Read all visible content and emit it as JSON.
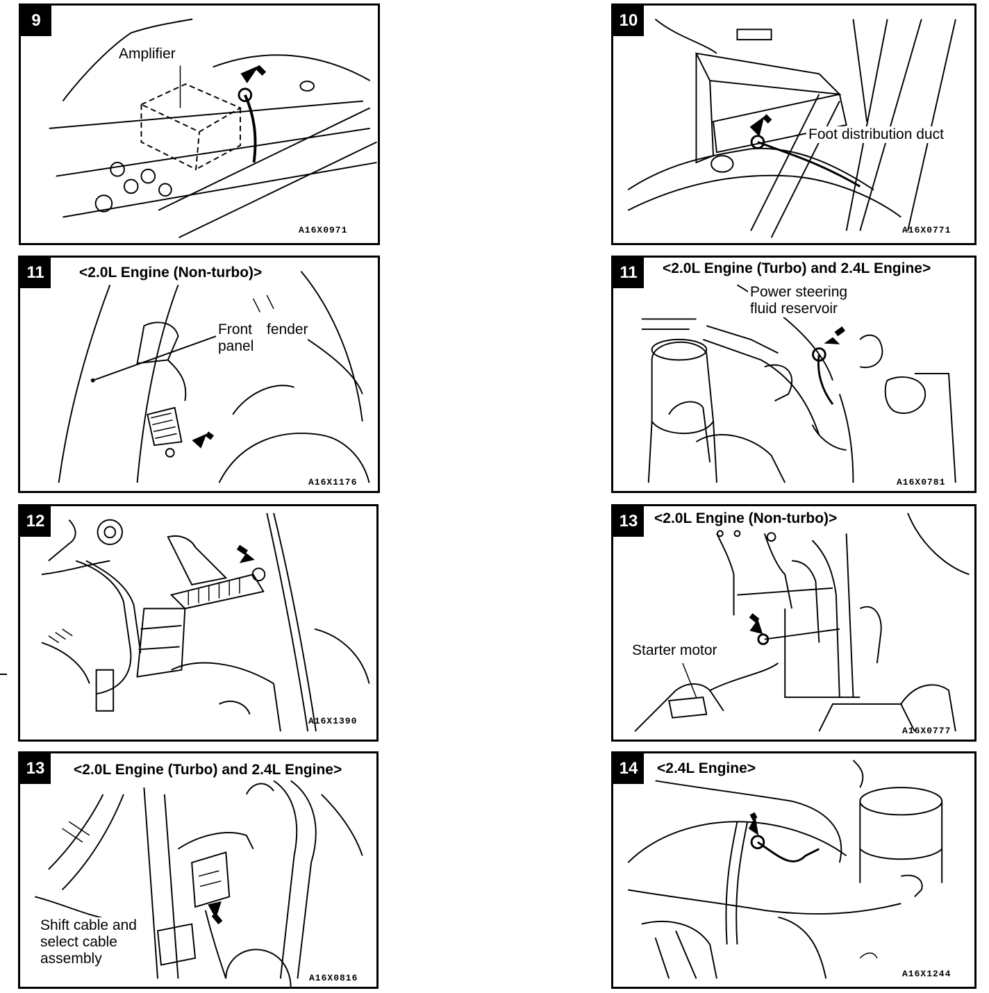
{
  "panels": [
    {
      "number": "9",
      "code": "A16X0971",
      "labels": [
        "Amplifier"
      ]
    },
    {
      "number": "10",
      "code": "A16X0771",
      "labels": [
        "Foot distribution duct"
      ]
    },
    {
      "number": "11",
      "title": "<2.0L Engine (Non-turbo)>",
      "code": "A16X1176",
      "labels": [
        "Front",
        "fender",
        "panel"
      ]
    },
    {
      "number": "11",
      "title": "<2.0L Engine (Turbo) and 2.4L Engine>",
      "code": "A16X0781",
      "labels": [
        "Power steering",
        "fluid reservoir"
      ]
    },
    {
      "number": "12",
      "code": "A16X1390",
      "labels": []
    },
    {
      "number": "13",
      "title": "<2.0L Engine (Non-turbo)>",
      "code": "A16X0777",
      "labels": [
        "Starter motor"
      ]
    },
    {
      "number": "13",
      "title": "<2.0L Engine (Turbo) and 2.4L Engine>",
      "code": "A16X0816",
      "labels": [
        "Shift cable and",
        "select cable",
        "assembly"
      ]
    },
    {
      "number": "14",
      "title": "<2.4L Engine>",
      "code": "A16X1244",
      "labels": []
    }
  ]
}
